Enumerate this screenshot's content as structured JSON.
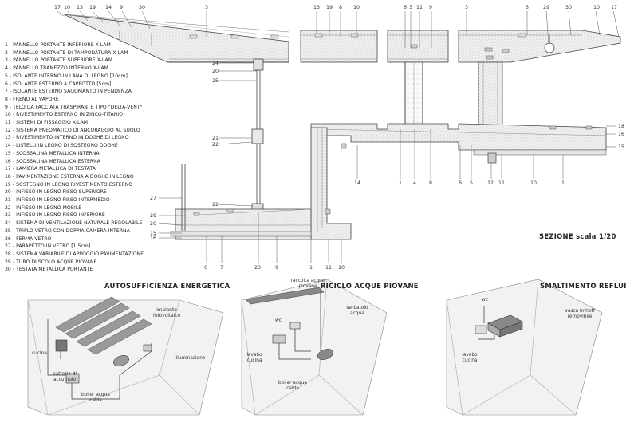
{
  "legend": [
    "1 - PANNELLO PORTANTE INFERIORE X-LAM",
    "2 - PANNELLO PORTANTE DI TAMPONATURA X-LAM",
    "3 - PANNELLO PORTANTE SUPERIORE X-LAM",
    "4 - PANNELLO TRAMEZZO INTERNO X-LAM",
    "5 - ISOLANTE INTERNO IN LANA DI LEGNO [10cm]",
    "6 - ISOLANTE ESTERNO A CAPPOTTO [5cm]",
    "7 - ISOLANTE ESTERNO SAGOMANTO IN PENDENZA",
    "8 - FRENO AL VAPORE",
    "9 - TELO DA FACCIATA  TRASPIRANTE TIPO \"DELTA-VENT\"",
    "10 - RIVESTIMENTO ESTERNO IN ZINCO-TITANIO",
    "11 - SISTEMI DI FISSAGGIO X-LAM",
    "12 - SISTEMA PNEOMATICO DI ANCORAGGIO AL SUOLO",
    "13 - RIVESTIMENTO INTERNO IN DOGHE DI LEGNO",
    "14 - LISTELLI IN LEGNO DI SOSTEGNO DOGHE",
    "15 - SCOSSALINA METALLICA INTERNA",
    "16 - SCOSSALINA METALLICA ESTERNA",
    "17 - LAMIERA METALLICA DI TESTATA",
    "18 - PAVIMENTAZIONE ESTERNA A DOGHE IN LEGNO",
    "19 - SOSTEGNO IN LEGNO RIVESTIMENTO ESTERNO",
    "20 - INFISSO IN LEGNO FISSO SUPERIORE",
    "21 - INFISSO IN LEGNO FISSO INTERMEDIO",
    "22 - INFISSO IN LEGNO MOBILE",
    "23 - INFISSO IN LEGNO FISSO INFERIORE",
    "24 - SISTEMA DI VENTILAZIONE NATURALE REGOLABILE",
    "25 - TRIPLO VETRO CON DOPPIA CAMERA INTERNA",
    "26 - FERMA VETRO",
    "27 - PARAPETTO IN VETRO [1,5cm]",
    "28 - SISTEMA VARIABILE DI APPOGGIO PAVIMENTAZIONE",
    "29 - TUBO DI SCOLO ACQUE PIOVANE",
    "30 - TESTATA METALLICA PORTANTE"
  ],
  "section_title": "SEZIONE scala 1/20",
  "callouts": {
    "top_left": [
      "17",
      "10",
      "13",
      "19",
      "14",
      "9",
      "30",
      "3"
    ],
    "top_mid": [
      "13",
      "19",
      "8",
      "10"
    ],
    "top_right_a": [
      "6",
      "3",
      "11",
      "9"
    ],
    "top_right_b": [
      "3",
      "3",
      "29",
      "30",
      "10",
      "17"
    ],
    "window": [
      "24",
      "20",
      "25",
      "21",
      "22",
      "22"
    ],
    "left_side": [
      "27",
      "28",
      "26",
      "15",
      "16"
    ],
    "right_side": [
      "18",
      "16",
      "15"
    ],
    "mid_row": [
      "14",
      "1",
      "4",
      "8",
      "6",
      "5",
      "12",
      "11",
      "10",
      "1"
    ],
    "bottom": [
      "6",
      "7",
      "23",
      "9",
      "1",
      "11",
      "10"
    ]
  },
  "panels": [
    {
      "title": "AUTOSUFFICIENZA ENERGETICA",
      "labels": [
        "impianto fotovoltaico",
        "cucina",
        "illuminazione",
        "batteria di accumulo",
        "boiler acqua calda"
      ]
    },
    {
      "title": "RICICLO ACQUE PIOVANE",
      "labels": [
        "raccolta acque piovane",
        "serbatoio acqua",
        "wc",
        "lavabo cucina",
        "boiler acqua calda"
      ]
    },
    {
      "title": "SMALTIMENTO REFLUI",
      "labels": [
        "wc",
        "vasca imhoff removibile",
        "lavabo cucina"
      ]
    }
  ]
}
